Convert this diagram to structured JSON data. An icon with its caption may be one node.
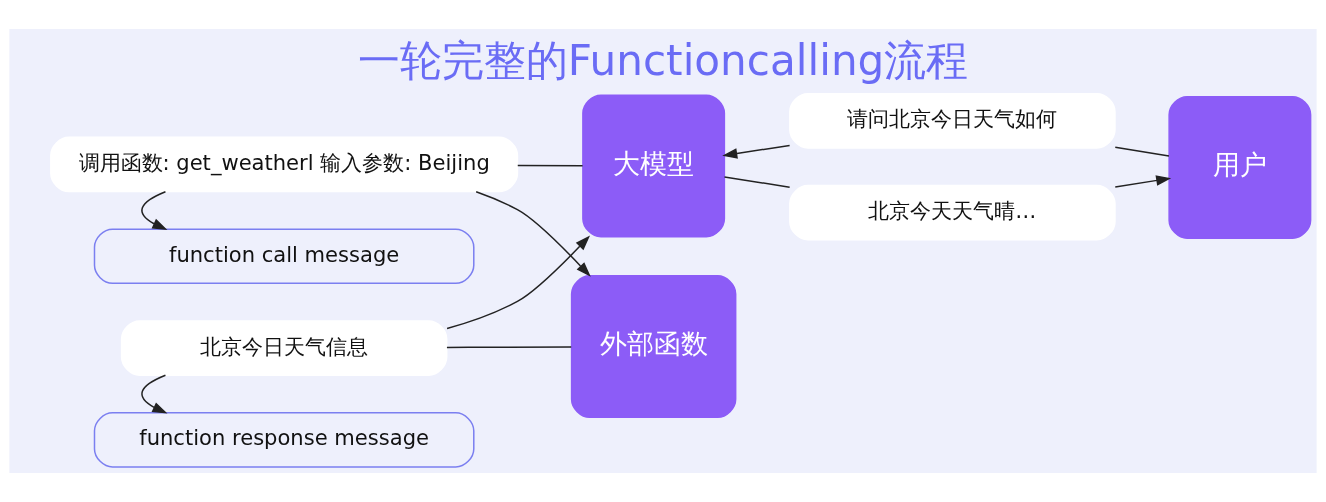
{
  "diagram": {
    "title": "一轮完整的Functioncalling流程",
    "nodes": [
      {
        "text": [
          "function call message"
        ]
      },
      {
        "text": [
          "用户"
        ]
      },
      {
        "text": [
          "请问北京今日天气如何"
        ]
      },
      {
        "text": [
          "大模型"
        ]
      },
      {
        "text": [
          "调用函数: get_weatherl 输入参数: Beijing"
        ]
      },
      {
        "text": [
          "外部函数"
        ]
      },
      {
        "text": [
          "北京今天天气晴…"
        ]
      },
      {
        "text": [
          "北京今日天气信息"
        ]
      },
      {
        "text": [
          "function response message"
        ]
      }
    ],
    "edges": [
      {
        "from": 1,
        "to": 2,
        "arrow": "none"
      },
      {
        "from": 2,
        "to": 3,
        "arrow": "to"
      },
      {
        "from": 3,
        "to": 4,
        "arrow": "none"
      },
      {
        "from": 4,
        "to": 5,
        "arrow": "to"
      },
      {
        "from": 4,
        "to": 0,
        "arrow": "to"
      },
      {
        "from": 3,
        "to": 6,
        "arrow": "none"
      },
      {
        "from": 6,
        "to": 1,
        "arrow": "to"
      },
      {
        "from": 5,
        "to": 7,
        "arrow": "none"
      },
      {
        "from": 7,
        "to": 3,
        "arrow": "to"
      },
      {
        "from": 7,
        "to": 8,
        "arrow": "to"
      }
    ]
  }
}
